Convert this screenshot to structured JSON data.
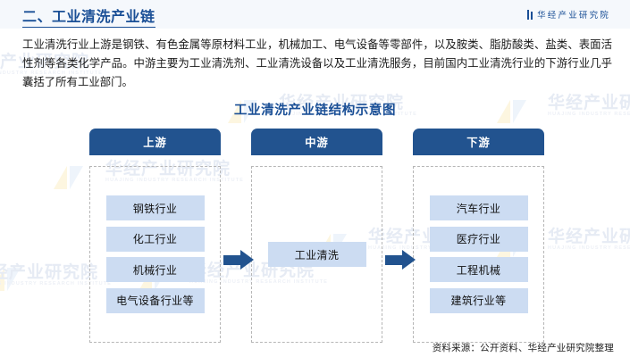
{
  "header": {
    "section_title": "二、工业清洗产业链",
    "brand_name": "华经产业研究院",
    "brand_icon": "double-bar-logo-icon",
    "accent_color": "#1a4f96",
    "background_color": "#f5f8fc"
  },
  "intro": {
    "paragraph": "工业清洗行业上游是钢铁、有色金属等原材料工业，机械加工、电气设备等零部件，以及胺类、脂肪酸类、盐类、表面活性剂等各类化学产品。中游主要为工业清洗剂、工业清洗设备以及工业清洗服务，目前国内工业清洗行业的下游行业几乎囊括了所有工业部门。"
  },
  "figure": {
    "title": "工业清洗产业链结构示意图",
    "source": "资料来源：公开资料、华经产业研究院整理",
    "header_color": "#22538f",
    "node_color": "#ccdcf2",
    "arrow_color": "#22538f",
    "border_style": "dashed",
    "border_color": "#b6b6b6"
  },
  "chart_data": {
    "type": "diagram",
    "title": "工业清洗产业链结构示意图",
    "columns": [
      {
        "id": "upstream",
        "label": "上游",
        "nodes": [
          "钢铁行业",
          "化工行业",
          "机械行业",
          "电气设备行业等"
        ]
      },
      {
        "id": "midstream",
        "label": "中游",
        "nodes": [
          "工业清洗"
        ]
      },
      {
        "id": "downstream",
        "label": "下游",
        "nodes": [
          "汽车行业",
          "医疗行业",
          "工程机械",
          "建筑行业等"
        ]
      }
    ],
    "connectors": [
      {
        "from": "upstream",
        "to": "midstream",
        "shape": "right-arrow"
      },
      {
        "from": "midstream",
        "to": "downstream",
        "shape": "right-arrow"
      }
    ],
    "legend": [],
    "xlabel": "",
    "ylabel": ""
  },
  "watermark": {
    "cn_text": "华经产业研究院",
    "en_text": "HUAJING INDUSTRY RESEARCH INSTITUTE"
  }
}
